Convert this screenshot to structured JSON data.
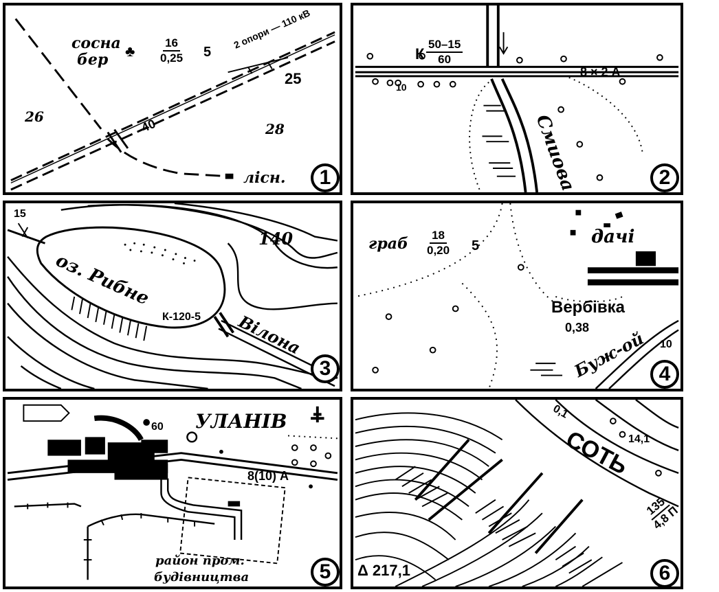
{
  "panels": [
    {
      "number": "1",
      "labels": {
        "vegetation_1": "сосна",
        "vegetation_2": "бер",
        "frac_top": "16",
        "frac_bottom": "0,25",
        "frac_suffix": "5",
        "powerline": "2 опори — 110 кВ",
        "block_25": "25",
        "block_26": "26",
        "block_28": "28",
        "width_40": "40",
        "forester": "лісн."
      }
    },
    {
      "number": "2",
      "labels": {
        "bridge_prefix": "К",
        "bridge_top": "50–15",
        "bridge_bottom": "60",
        "road": "8 × 2 А",
        "tree_mark": "10",
        "river": "Смиова"
      }
    },
    {
      "number": "3",
      "labels": {
        "lake": "оз. Рибне",
        "contour_140": "140",
        "spot_15": "15",
        "bridge": "К-120-5",
        "river": "Вілона"
      }
    },
    {
      "number": "4",
      "labels": {
        "forest": "граб",
        "frac_top": "18",
        "frac_bottom": "0,20",
        "frac_suffix": "5",
        "dachi": "дачі",
        "village": "Вербівка",
        "depth": "0,38",
        "river": "Буж-ой",
        "spot_10": "10"
      }
    },
    {
      "number": "5",
      "labels": {
        "town": "УЛАНІВ",
        "road": "8(10) А",
        "height_60": "60",
        "construction_1": "район пром.",
        "construction_2": "будівництва"
      }
    },
    {
      "number": "6",
      "labels": {
        "river": "СОТЬ",
        "spot_14": "14,1",
        "bench_top": "135",
        "bench_bottom": "4,8 П",
        "trig": "Δ 217,1",
        "depth_small": "0,1"
      }
    }
  ]
}
